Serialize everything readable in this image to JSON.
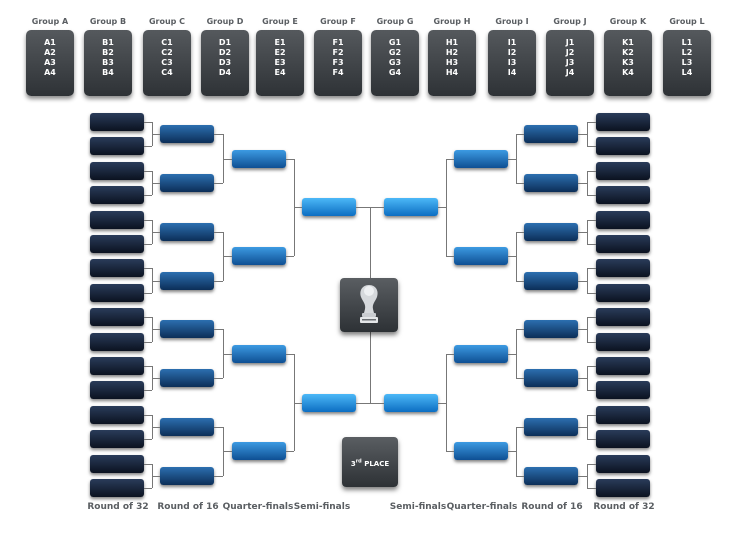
{
  "groups": [
    {
      "name": "Group A",
      "teams": [
        "A1",
        "A2",
        "A3",
        "A4"
      ]
    },
    {
      "name": "Group B",
      "teams": [
        "B1",
        "B2",
        "B3",
        "B4"
      ]
    },
    {
      "name": "Group C",
      "teams": [
        "C1",
        "C2",
        "C3",
        "C4"
      ]
    },
    {
      "name": "Group D",
      "teams": [
        "D1",
        "D2",
        "D3",
        "D4"
      ]
    },
    {
      "name": "Group E",
      "teams": [
        "E1",
        "E2",
        "E3",
        "E4"
      ]
    },
    {
      "name": "Group F",
      "teams": [
        "F1",
        "F2",
        "F3",
        "F4"
      ]
    },
    {
      "name": "Group G",
      "teams": [
        "G1",
        "G2",
        "G3",
        "G4"
      ]
    },
    {
      "name": "Group H",
      "teams": [
        "H1",
        "H2",
        "H3",
        "H4"
      ]
    },
    {
      "name": "Group I",
      "teams": [
        "I1",
        "I2",
        "I3",
        "I4"
      ]
    },
    {
      "name": "Group J",
      "teams": [
        "J1",
        "J2",
        "J3",
        "J4"
      ]
    },
    {
      "name": "Group K",
      "teams": [
        "K1",
        "K2",
        "K3",
        "K4"
      ]
    },
    {
      "name": "Group L",
      "teams": [
        "L1",
        "L2",
        "L3",
        "L4"
      ]
    }
  ],
  "rounds": {
    "left": [
      "Round of 32",
      "Round of 16",
      "Quarter-finals",
      "Semi-finals"
    ],
    "right": [
      "Semi-finals",
      "Quarter-finals",
      "Round of 16",
      "Round of 32"
    ]
  },
  "third_place": {
    "prefix": "3",
    "superscript": "rd",
    "suffix": " PLACE"
  },
  "trophy_icon": "trophy-icon",
  "colors": {
    "group_box": "#3f4347",
    "round_of_32": "#0f1a2e",
    "round_of_16": "#1a4f86",
    "quarter_finals": "#1f74c0",
    "semi_finals": "#1a8fe0"
  }
}
